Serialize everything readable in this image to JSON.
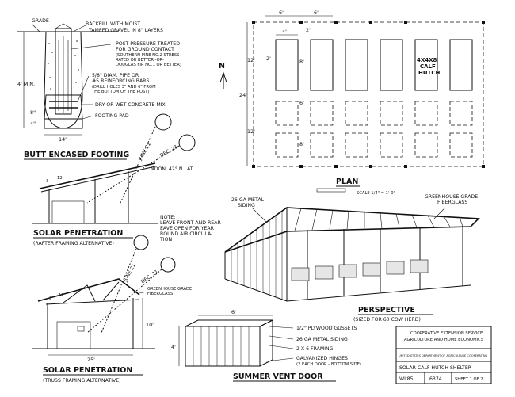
{
  "footing": {
    "grade": "GRADE",
    "backfill_1": "BACKFILL WITH MOIST",
    "backfill_2": "TAMPED GRAVEL IN 8\" LAYERS",
    "post_1": "POST PRESSURE TREATED",
    "post_2": "FOR GROUND CONTACT",
    "post_3": "(SOUTHERN PINE NO.2 STRESS",
    "post_4": "RATED OR BETTER -OR-",
    "post_5": "DOUGLAS FIR NO.1 OR BETTER)",
    "bars_1": "5/8\" DIAM. PIPE OR",
    "bars_2": "#5 REINFORCING BARS",
    "bars_3": "(DRILL HOLES 3\" AND 6\" FROM",
    "bars_4": "THE BOTTOM OF THE POST)",
    "concrete": "DRY OR WET CONCRETE MIX",
    "pad": "FOOTING PAD",
    "dim_min": "4' MIN.",
    "dim_8": "8\"",
    "dim_4": "4\"",
    "dim_14": "14\"",
    "title": "BUTT ENCASED FOOTING"
  },
  "sun": {
    "june": "JUNE 21",
    "dec": "DEC. 21",
    "noon": "NOON, 42° N.LAT."
  },
  "solar1": {
    "slope": "12",
    "slope_rise": "3",
    "title": "SOLAR PENETRATION",
    "subtitle": "(RAFTER FRAMING ALTERNATIVE)"
  },
  "note": {
    "l1": "NOTE:",
    "l2": "LEAVE FRONT AND REAR",
    "l3": "EAVE OPEN FOR YEAR",
    "l4": "ROUND AIR CIRCULA-",
    "l5": "TION"
  },
  "solar2": {
    "june": "JUNE 21",
    "dec": "DEC. 21",
    "fiberglass_1": "GREENHOUSE GRADE",
    "fiberglass_2": "FIBERGLASS",
    "slope": "12",
    "slope_rise": "3",
    "height": "10'",
    "width": "25'",
    "title": "SOLAR PENETRATION",
    "subtitle": "(TRUSS FRAMING ALTERNATIVE)"
  },
  "plan": {
    "north": "N",
    "dim_6a": "6'",
    "dim_6b": "6'",
    "dim_4": "4'",
    "dim_2a": "2'",
    "dim_2b": "2'",
    "dim_8a": "8'",
    "dim_6c": "6'",
    "dim_8b": "8'",
    "dim_12a": "12'",
    "dim_24": "24'",
    "dim_12b": "12'",
    "hutch_1": "4X4X8",
    "hutch_2": "CALF",
    "hutch_3": "HUTCH",
    "title": "PLAN",
    "scale": "SCALE  1/4\" = 1'-0\""
  },
  "perspective": {
    "siding_1": "26 GA METAL",
    "siding_2": "SIDING",
    "fiber_1": "GREENHOUSE GRADE",
    "fiber_2": "FIBERGLASS",
    "title": "PERSPECTIVE",
    "subtitle": "(SIZED FOR 60 COW HERD)"
  },
  "door": {
    "width": "6'",
    "height": "4'",
    "l1": "1/2\" PLYWOOD GUSSETS",
    "l2": "26 GA METAL SIDING",
    "l3": "2 X 6 FRAMING",
    "l4": "GALVANIZED HINGES",
    "l5": "(2 EACH DOOR - BOTTOM SIDE)",
    "title": "SUMMER VENT DOOR"
  },
  "titleblock": {
    "org_1": "COOPERATIVE EXTENSION SERVICE",
    "org_2": "AGRICULTURE AND HOME ECONOMICS",
    "usda": "UNITED STATES DEPARTMENT OF AGRICULTURE COOPERATING",
    "name": "SOLAR CALF HUTCH SHELTER",
    "code": "WI'85",
    "number": "6374",
    "sheet": "SHEET 1 OF 2"
  }
}
